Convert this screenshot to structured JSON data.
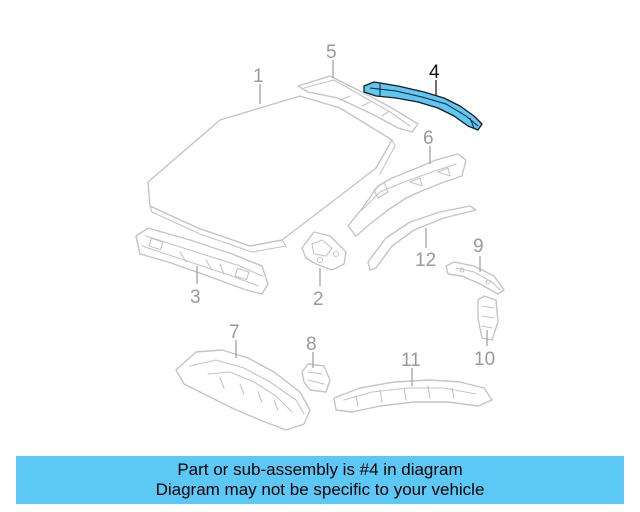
{
  "diagram": {
    "highlighted_part": "4",
    "callouts": [
      "1",
      "2",
      "3",
      "4",
      "5",
      "6",
      "7",
      "8",
      "9",
      "10",
      "11",
      "12"
    ],
    "colors": {
      "highlight": "#5bc8f5",
      "part_outline": "#c4c4c4",
      "callout_text": "#9a9a9a",
      "active_text": "#111111"
    }
  },
  "banner": {
    "line1": "Part or sub-assembly is #4 in diagram",
    "line2": "Diagram may not be specific to your vehicle",
    "background": "#5bc8f5"
  }
}
